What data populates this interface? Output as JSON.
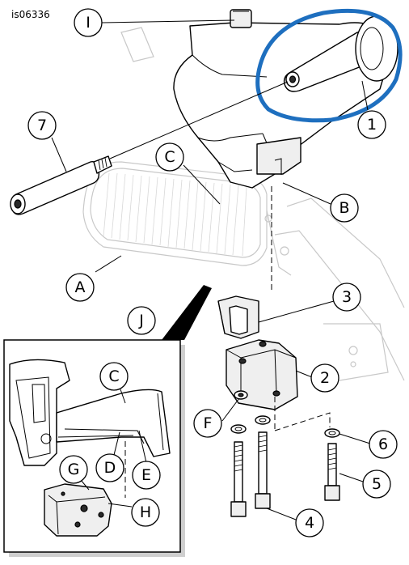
{
  "figure_id": "is06336",
  "highlight_color": "#1e6fbf",
  "callouts": {
    "I": "I",
    "one": "1",
    "seven": "7",
    "C_top": "C",
    "B": "B",
    "A": "A",
    "J": "J",
    "three": "3",
    "two": "2",
    "F": "F",
    "six": "6",
    "five": "5",
    "four": "4",
    "C_inset": "C",
    "G": "G",
    "D": "D",
    "E": "E",
    "H": "H"
  }
}
